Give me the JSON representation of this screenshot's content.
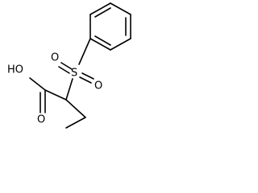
{
  "molecule": {
    "atom_labels": {
      "sulfur": "S",
      "sulfonyl_oxygen_left": "O",
      "sulfonyl_oxygen_right": "O",
      "hydroxyl": "HO",
      "carbonyl_oxygen": "O"
    }
  },
  "colors": {
    "bond": "#000000",
    "label": "#000000",
    "background": "#ffffff"
  }
}
